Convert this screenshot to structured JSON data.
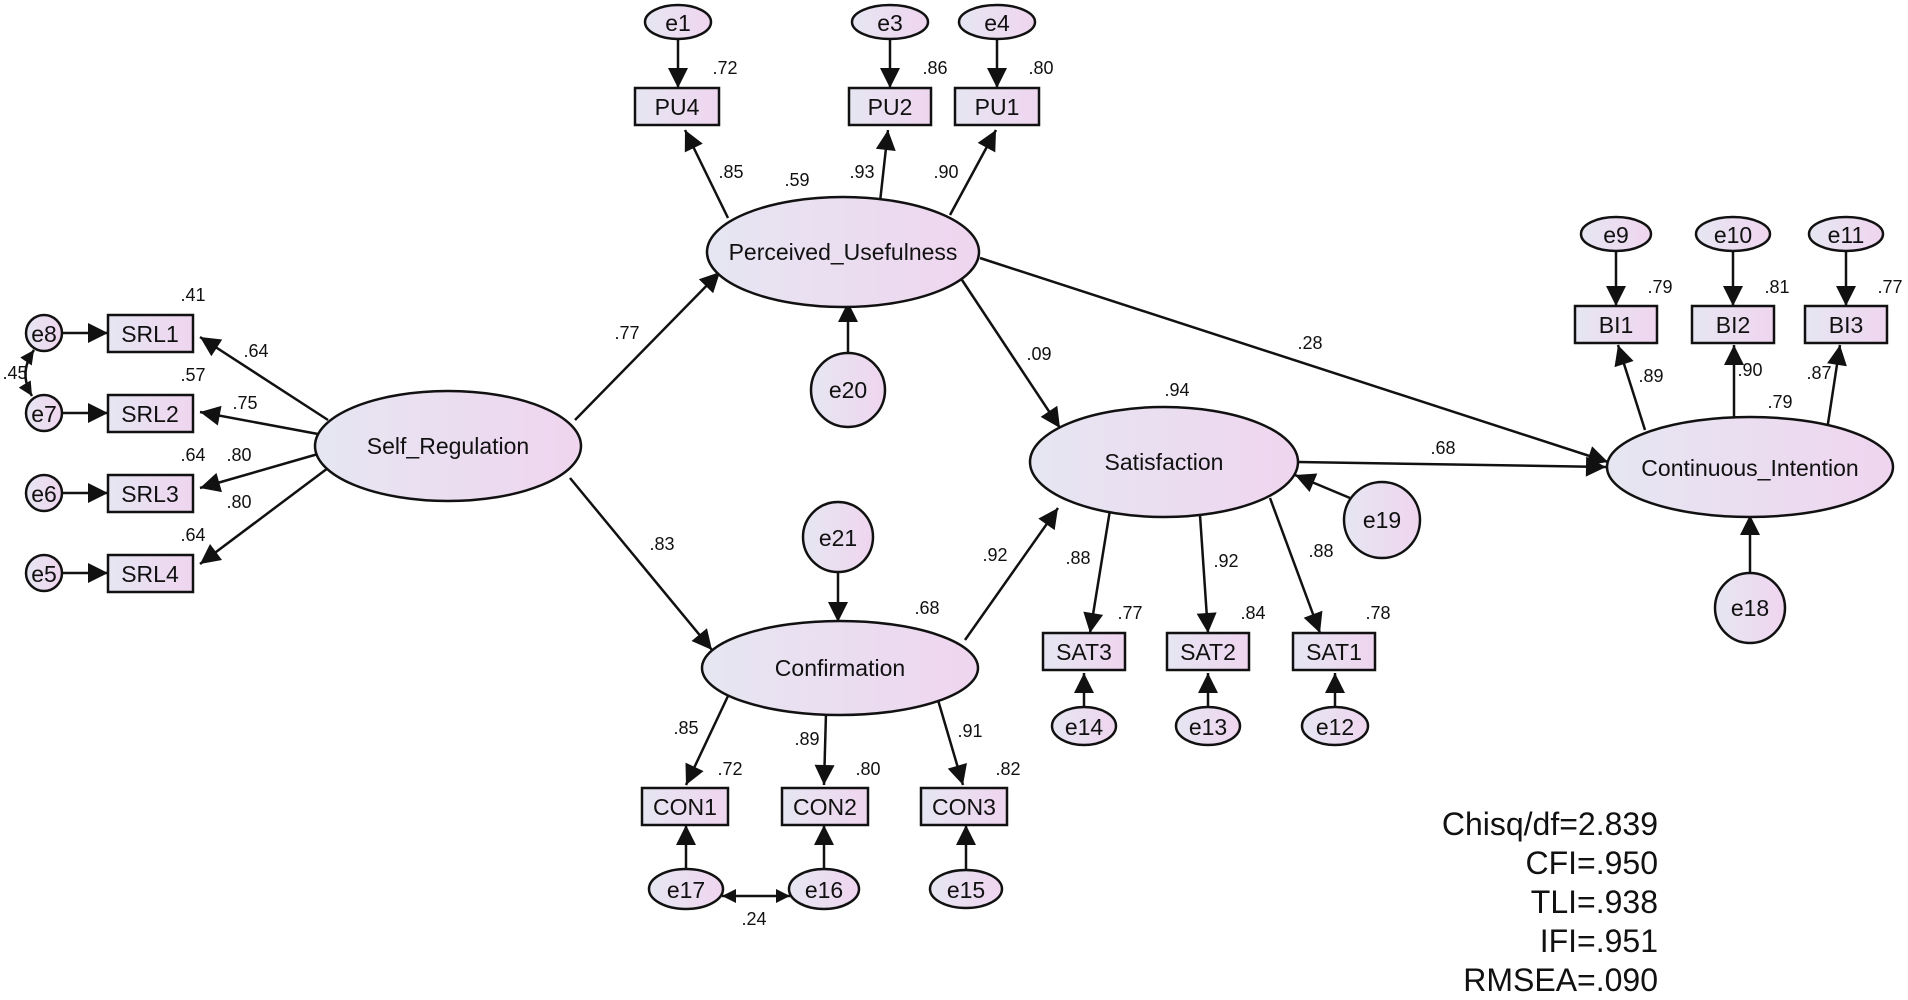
{
  "latent": {
    "self_regulation": "Self_Regulation",
    "perceived_usefulness": "Perceived_Usefulness",
    "confirmation": "Confirmation",
    "satisfaction": "Satisfaction",
    "continuous_intention": "Continuous_Intention"
  },
  "observed": {
    "srl1": "SRL1",
    "srl2": "SRL2",
    "srl3": "SRL3",
    "srl4": "SRL4",
    "pu4": "PU4",
    "pu2": "PU2",
    "pu1": "PU1",
    "con1": "CON1",
    "con2": "CON2",
    "con3": "CON3",
    "sat3": "SAT3",
    "sat2": "SAT2",
    "sat1": "SAT1",
    "bi1": "BI1",
    "bi2": "BI2",
    "bi3": "BI3"
  },
  "errors": {
    "e1": "e1",
    "e3": "e3",
    "e4": "e4",
    "e5": "e5",
    "e6": "e6",
    "e7": "e7",
    "e8": "e8",
    "e9": "e9",
    "e10": "e10",
    "e11": "e11",
    "e12": "e12",
    "e13": "e13",
    "e14": "e14",
    "e15": "e15",
    "e16": "e16",
    "e17": "e17",
    "e18": "e18",
    "e19": "e19",
    "e20": "e20",
    "e21": "e21"
  },
  "r2": {
    "srl1": ".41",
    "srl2": ".57",
    "srl3": ".64",
    "srl4": ".64",
    "pu4": ".72",
    "pu2": ".86",
    "pu1": ".80",
    "con1": ".72",
    "con2": ".80",
    "con3": ".82",
    "sat3": ".77",
    "sat2": ".84",
    "sat1": ".78",
    "bi1": ".79",
    "bi2": ".81",
    "bi3": ".77",
    "perceived_usefulness": ".59",
    "confirmation": ".68",
    "satisfaction": ".94",
    "continuous_intention": ".79"
  },
  "loadings": {
    "srl1": ".64",
    "srl2": ".75",
    "srl3": ".80",
    "srl4": ".80",
    "pu4": ".85",
    "pu2": ".93",
    "pu1": ".90",
    "con1": ".85",
    "con2": ".89",
    "con3": ".91",
    "sat3": ".88",
    "sat2": ".92",
    "sat1": ".88",
    "bi1": ".89",
    "bi2": ".90",
    "bi3": ".87"
  },
  "paths": {
    "sr_pu": ".77",
    "sr_con": ".83",
    "pu_sat": ".09",
    "pu_ci": ".28",
    "con_sat": ".92",
    "sat_ci": ".68"
  },
  "covariances": {
    "e8_e7": ".45",
    "e17_e16": ".24"
  },
  "fit": {
    "chisq_df": "Chisq/df=2.839",
    "cfi": "CFI=.950",
    "tli": "TLI=.938",
    "ifi": "IFI=.951",
    "rmsea": "RMSEA=.090"
  },
  "colors": {
    "fill_start": "#e6e6f2",
    "fill_end": "#efd5ef",
    "stroke": "#111111"
  }
}
